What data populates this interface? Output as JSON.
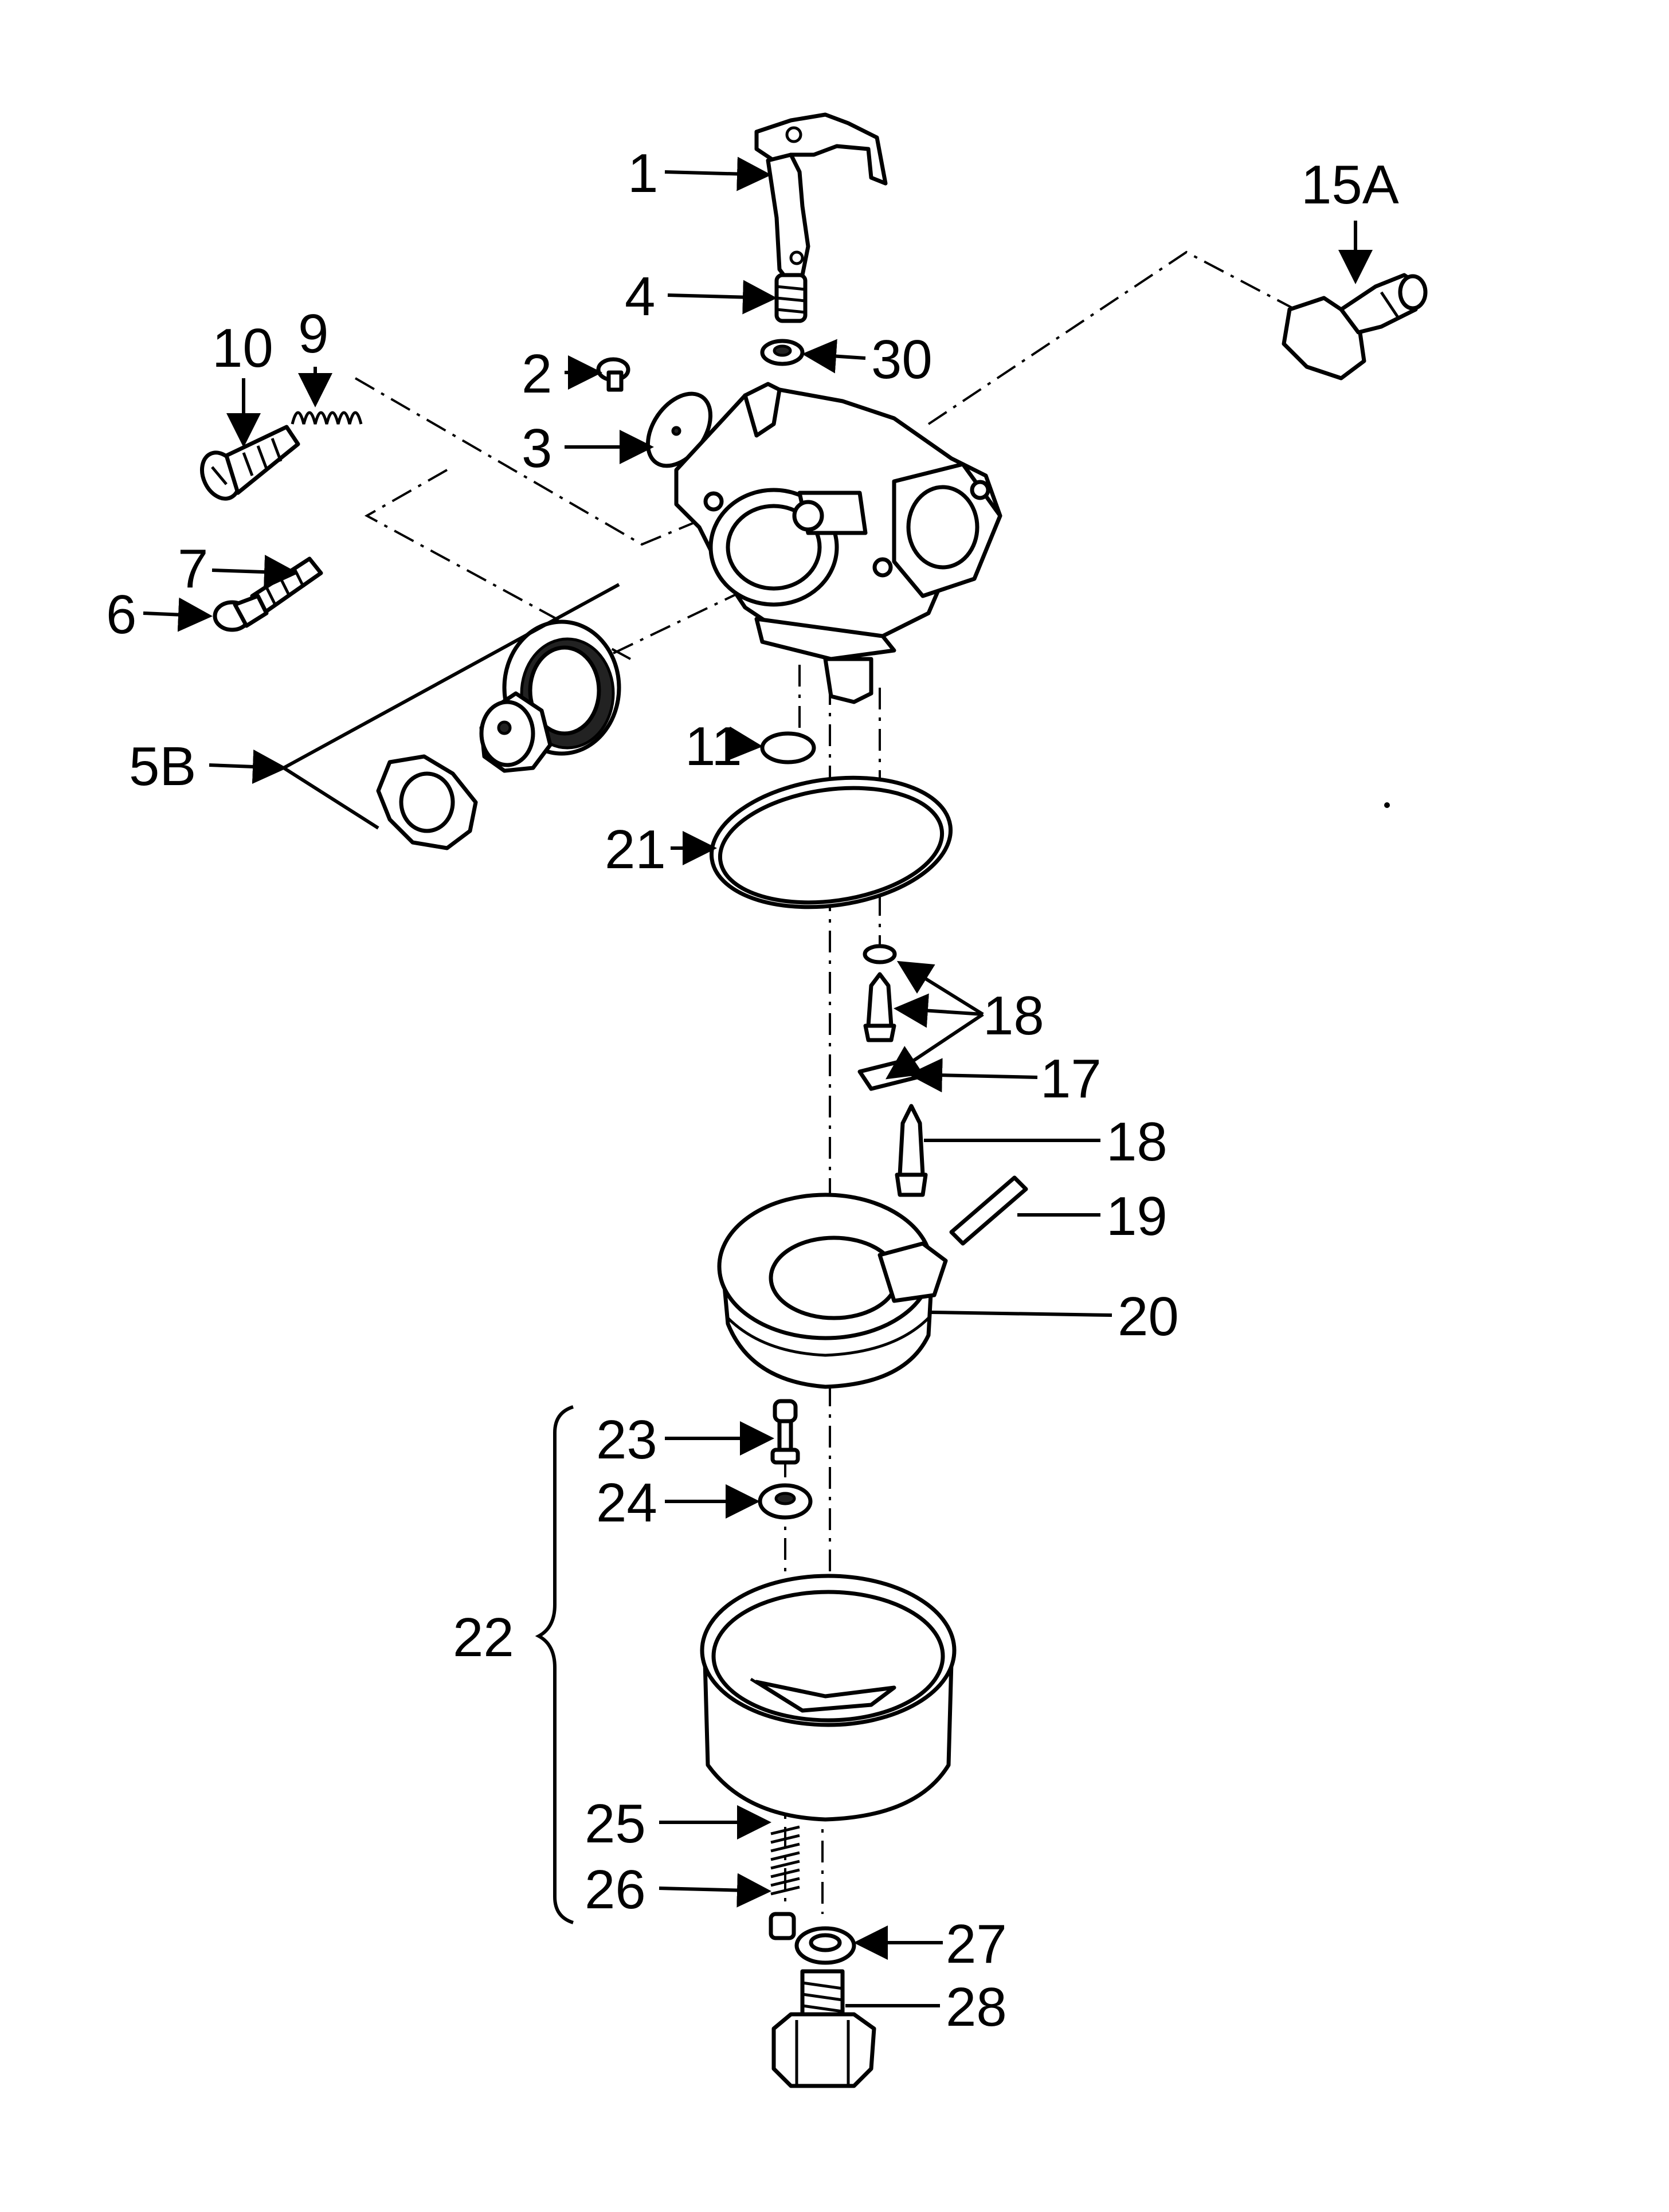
{
  "callouts": {
    "c1": "1",
    "c2": "2",
    "c3": "3",
    "c4": "4",
    "c5b": "5B",
    "c6": "6",
    "c7": "7",
    "c9": "9",
    "c10": "10",
    "c11": "11",
    "c15a": "15A",
    "c17": "17",
    "c18a": "18",
    "c18b": "18",
    "c19": "19",
    "c20": "20",
    "c21": "21",
    "c22": "22",
    "c23": "23",
    "c24": "24",
    "c25": "25",
    "c26": "26",
    "c27": "27",
    "c28": "28",
    "c30": "30"
  }
}
